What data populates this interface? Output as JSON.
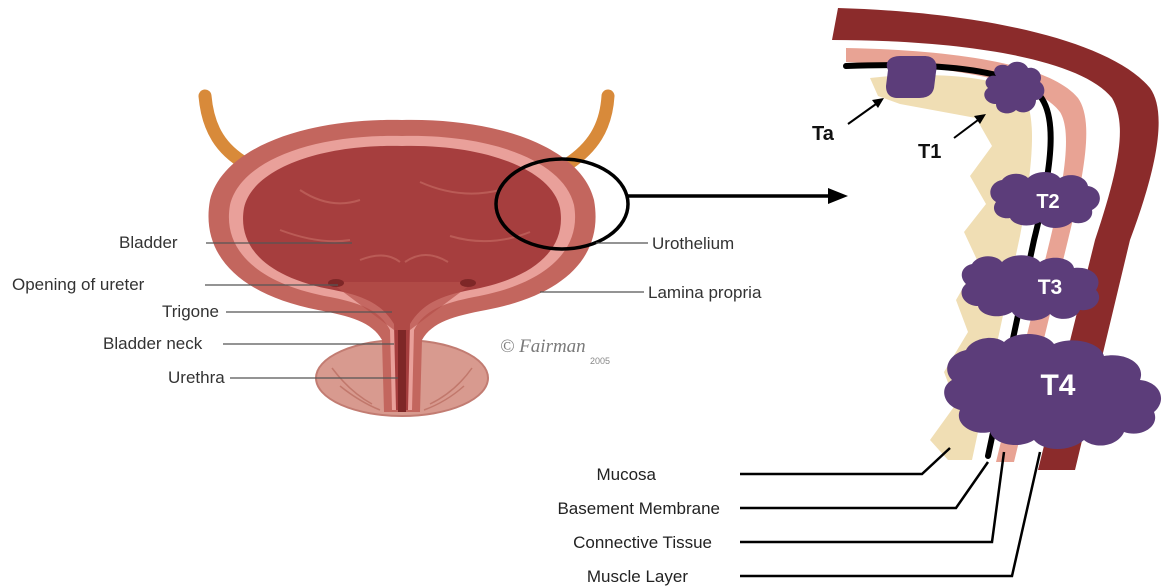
{
  "anatomy_labels": {
    "bladder": "Bladder",
    "opening_of_ureter": "Opening of ureter",
    "trigone": "Trigone",
    "bladder_neck": "Bladder neck",
    "urethra": "Urethra",
    "urothelium": "Urothelium",
    "lamina_propria": "Lamina propria"
  },
  "signature": {
    "text": "© Fairman",
    "year": "2005"
  },
  "stages": {
    "ta": "Ta",
    "t1": "T1",
    "t2": "T2",
    "t3": "T3",
    "t4": "T4"
  },
  "layer_labels": {
    "mucosa": "Mucosa",
    "basement_membrane": "Basement Membrane",
    "connective_tissue": "Connective Tissue",
    "muscle_layer": "Muscle Layer"
  },
  "colors": {
    "muscle": "#8b2b2b",
    "connective": "#e8a394",
    "basement": "#000000",
    "mucosa": "#f0deb4",
    "tumor": "#5c3d7a",
    "bladder_outer": "#c3665e",
    "bladder_inner": "#a63e3e",
    "ureter": "#d88a3a",
    "prostate": "#d89a8f"
  }
}
